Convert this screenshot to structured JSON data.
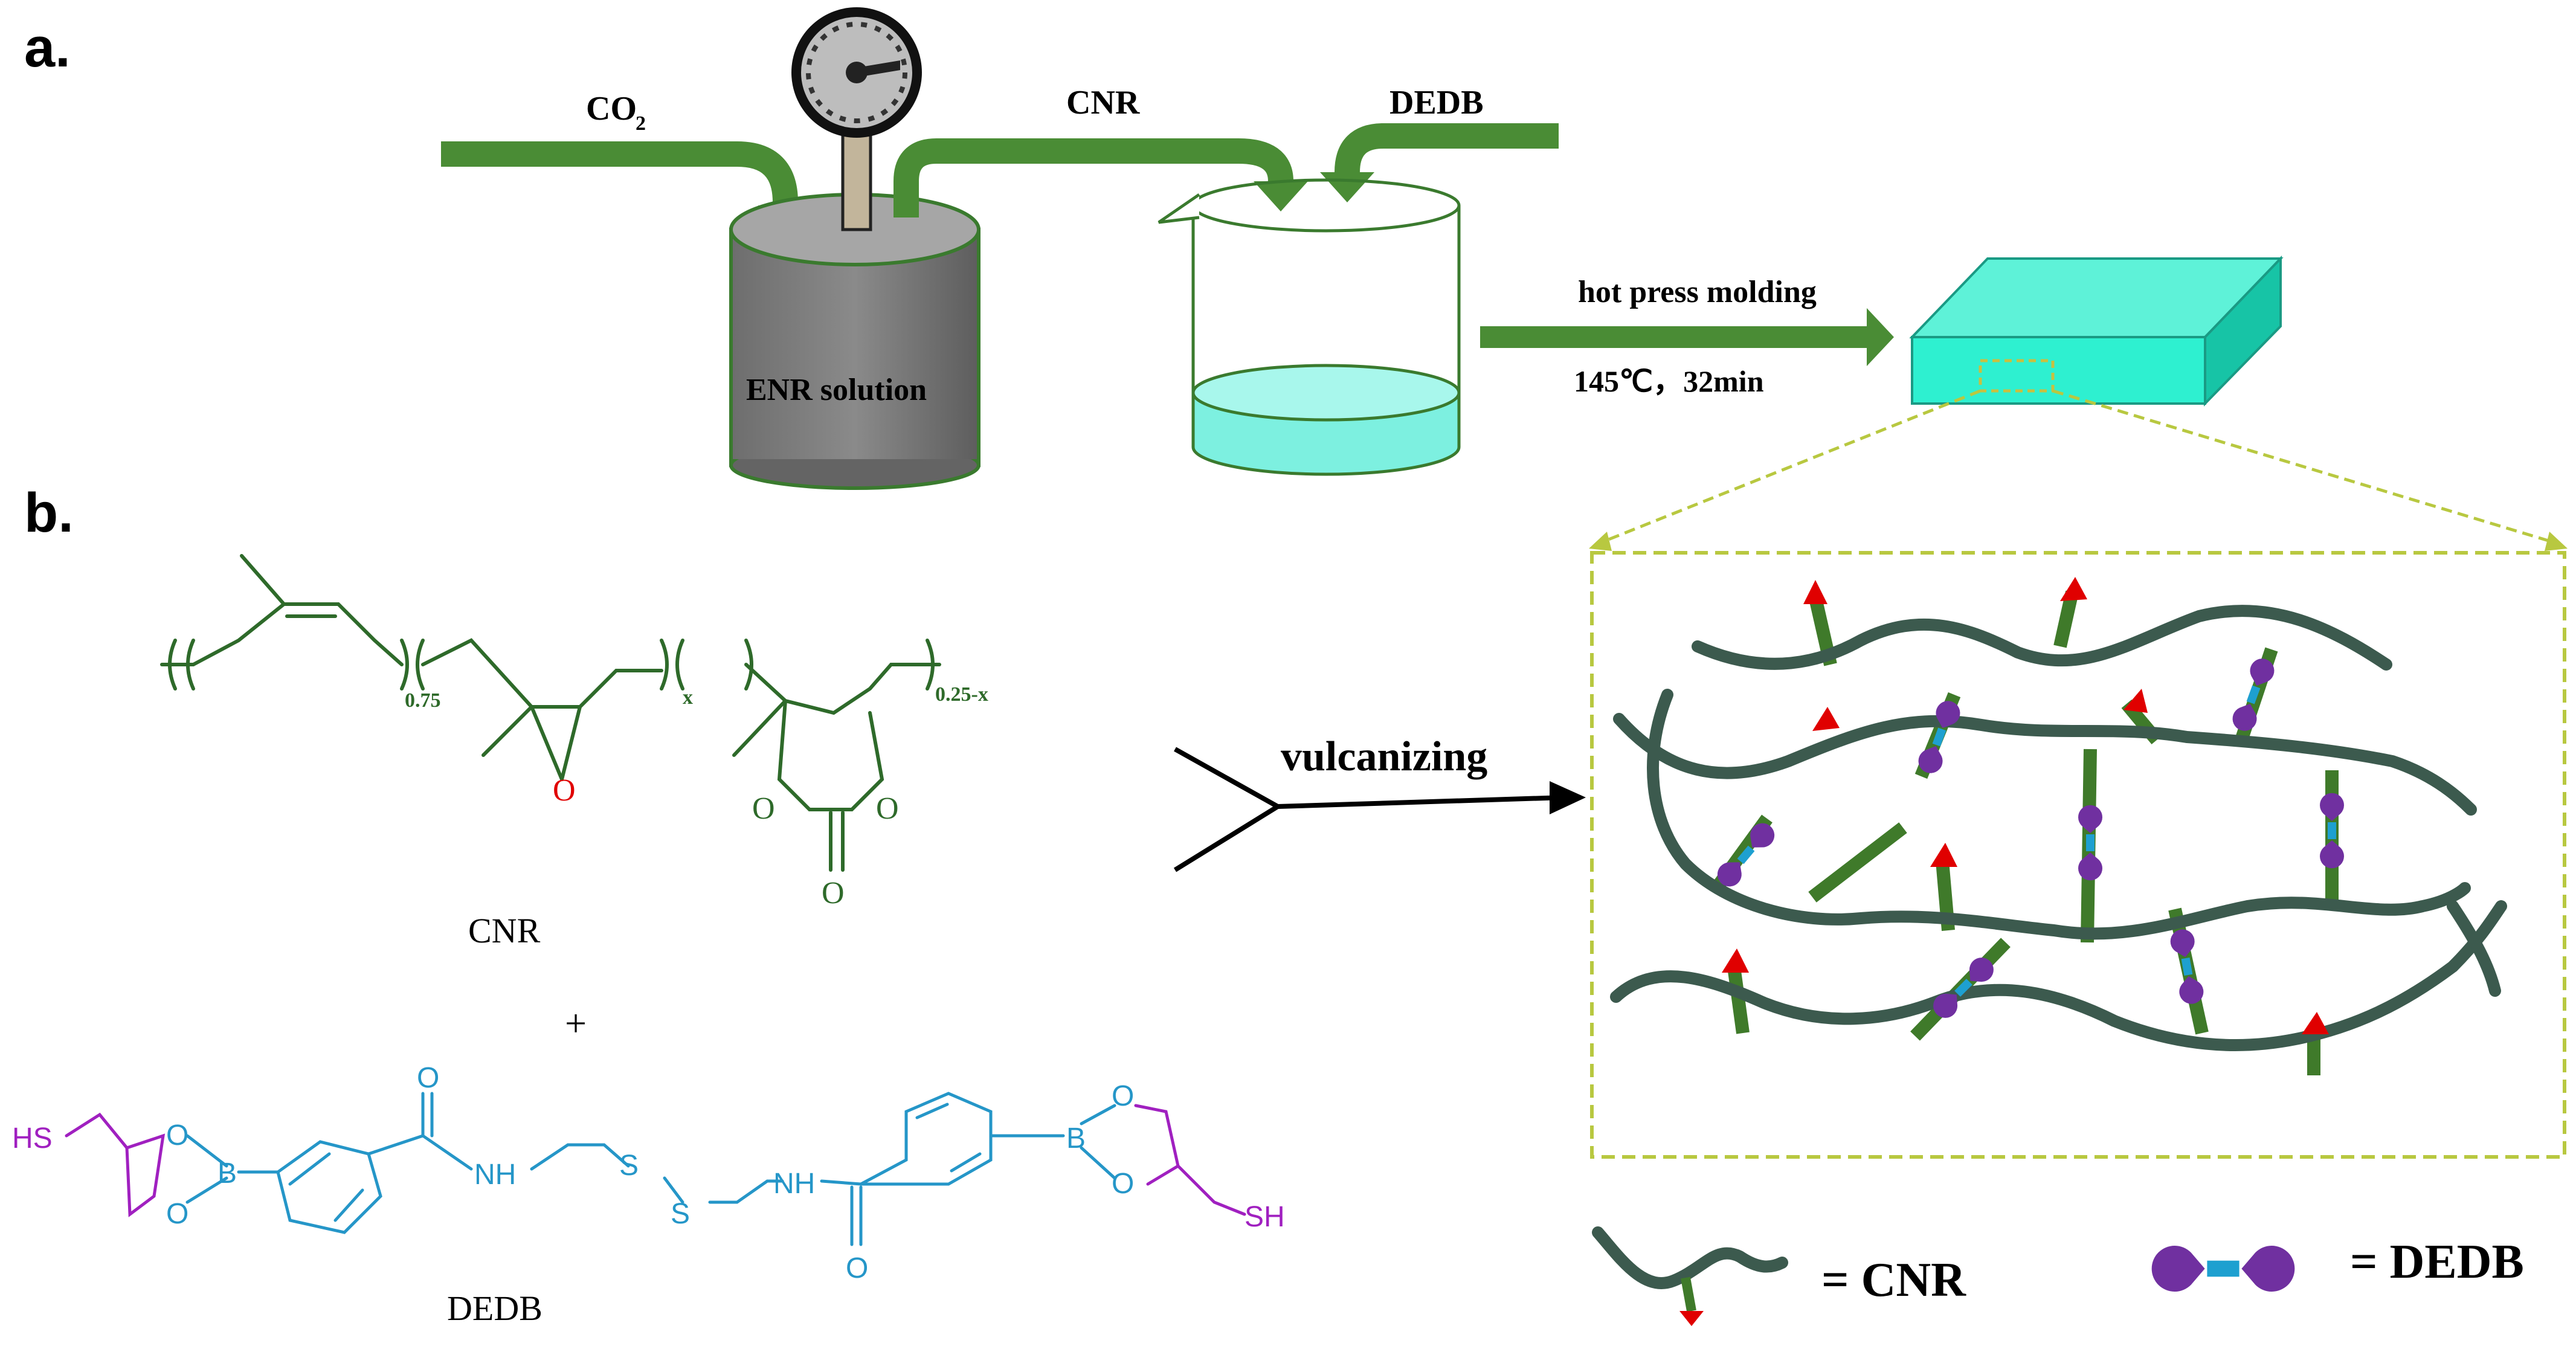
{
  "panels": {
    "a": {
      "label": "a."
    },
    "b": {
      "label": "b."
    }
  },
  "process": {
    "co2_text": "CO",
    "co2_subscript": "2",
    "cnr_text": "CNR",
    "dedb_text": "DEDB",
    "enr_solution": "ENR solution",
    "hot_press": "hot press molding",
    "conditions": "145℃，32min"
  },
  "cnr_structure": {
    "sub_075": "0.75",
    "sub_x": "x",
    "sub_025x": "0.25-x",
    "o_epoxide": "O",
    "o_ring_left": "O",
    "o_ring_right": "O",
    "o_carbonyl": "O",
    "name": "CNR"
  },
  "plus": "+",
  "dedb_structure": {
    "hs_left": "HS",
    "o1": "O",
    "b1": "B",
    "o2": "O",
    "o_amide1": "O",
    "nh1": "NH",
    "s1": "S",
    "s2": "S",
    "nh2": "NH",
    "o_amide2": "O",
    "b2": "B",
    "o3": "O",
    "o4": "O",
    "hs_right": "SH",
    "name": "DEDB"
  },
  "vulcanizing": "vulcanizing",
  "legend": {
    "cnr": "= CNR",
    "dedb": "= DEDB"
  },
  "colors": {
    "arrow_green": "#4a8c35",
    "chain_gray": "#3c5a4e",
    "crosslink_green": "#3f7a2a",
    "purple": "#7030a0",
    "cyan": "#1ea0d0",
    "red": "#e00000",
    "block_top": "#5ef2d8",
    "block_front": "#2ef0d0",
    "block_side": "#17c4a6",
    "dash": "#b8c840"
  }
}
